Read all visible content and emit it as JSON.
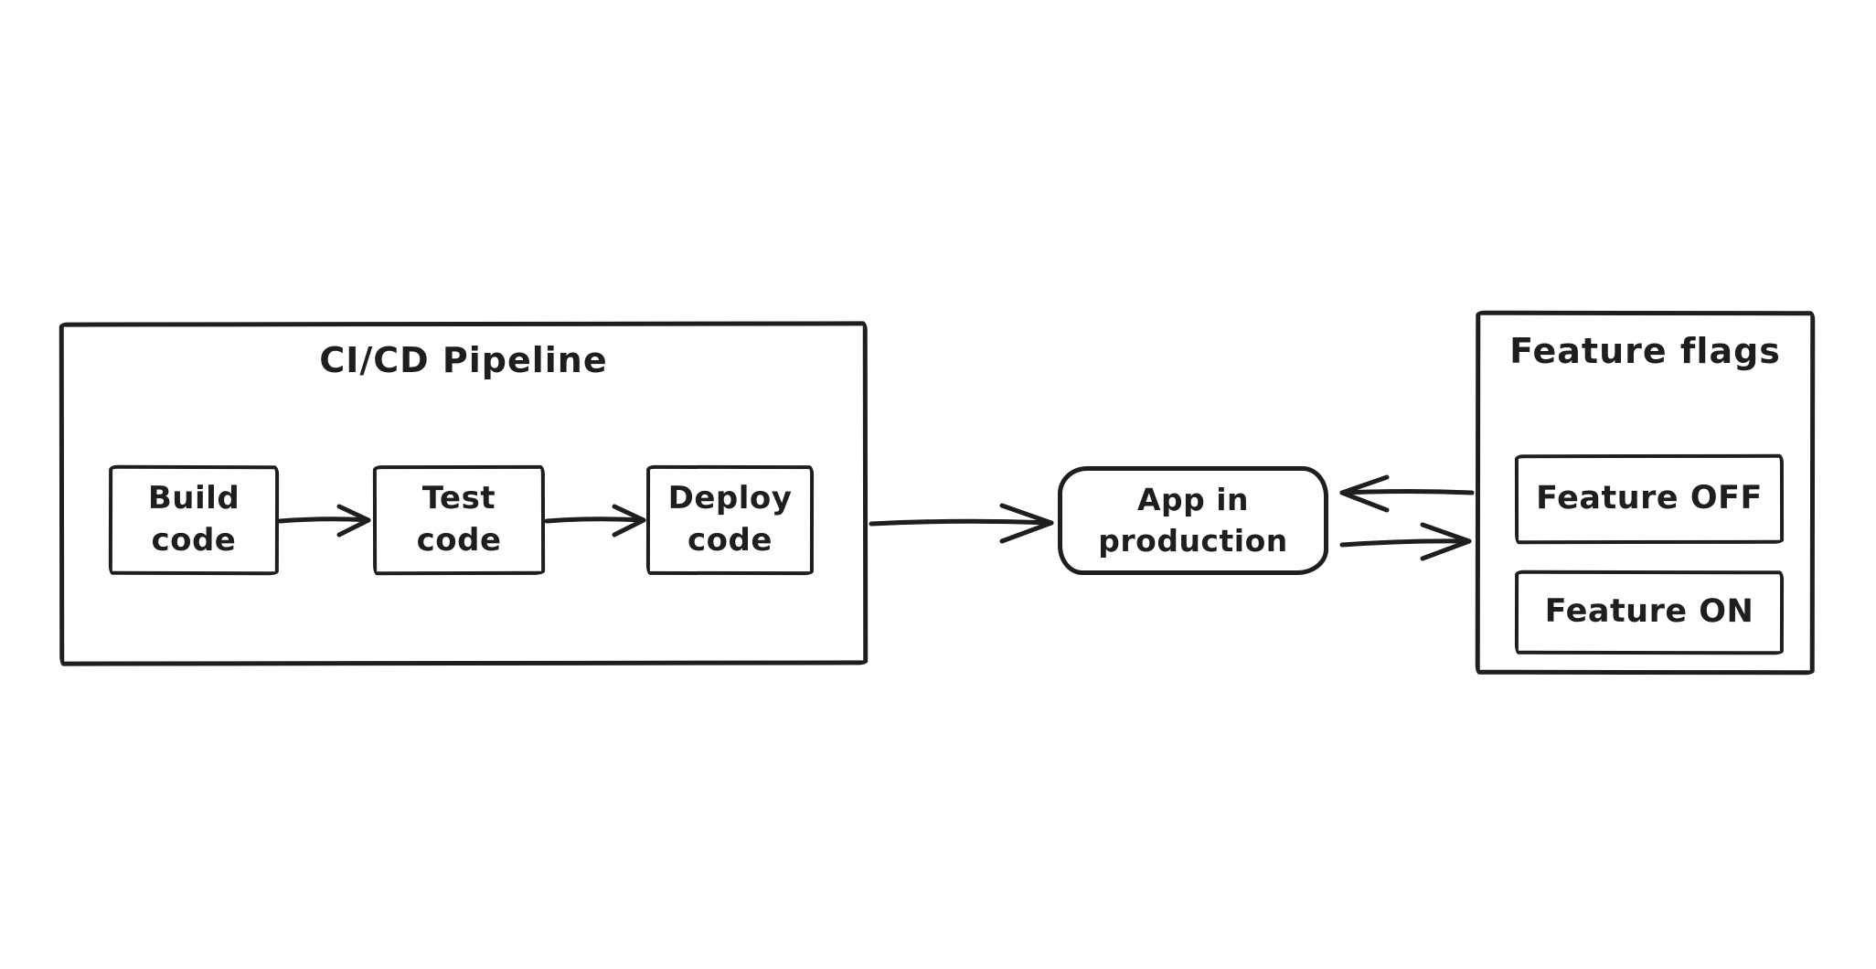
{
  "diagram": {
    "background": "#ffffff",
    "ink": "#1e1e1e"
  },
  "pipeline": {
    "title": "CI/CD Pipeline",
    "steps": [
      {
        "id": "build",
        "label": "Build\ncode"
      },
      {
        "id": "test",
        "label": "Test\ncode"
      },
      {
        "id": "deploy",
        "label": "Deploy\ncode"
      }
    ]
  },
  "app": {
    "label": "App in\nproduction"
  },
  "feature_flags": {
    "title": "Feature flags",
    "flags": [
      {
        "id": "off",
        "label": "Feature OFF"
      },
      {
        "id": "on",
        "label": "Feature ON"
      }
    ]
  },
  "arrows": [
    {
      "name": "arrow-build-to-test",
      "from": "Build code",
      "to": "Test code",
      "direction": "right"
    },
    {
      "name": "arrow-test-to-deploy",
      "from": "Test code",
      "to": "Deploy code",
      "direction": "right"
    },
    {
      "name": "arrow-pipeline-to-app",
      "from": "CI/CD Pipeline",
      "to": "App in production",
      "direction": "right"
    },
    {
      "name": "arrow-flags-to-app",
      "from": "Feature flags",
      "to": "App in production",
      "direction": "left"
    },
    {
      "name": "arrow-app-to-flags",
      "from": "App in production",
      "to": "Feature flags",
      "direction": "right"
    }
  ]
}
